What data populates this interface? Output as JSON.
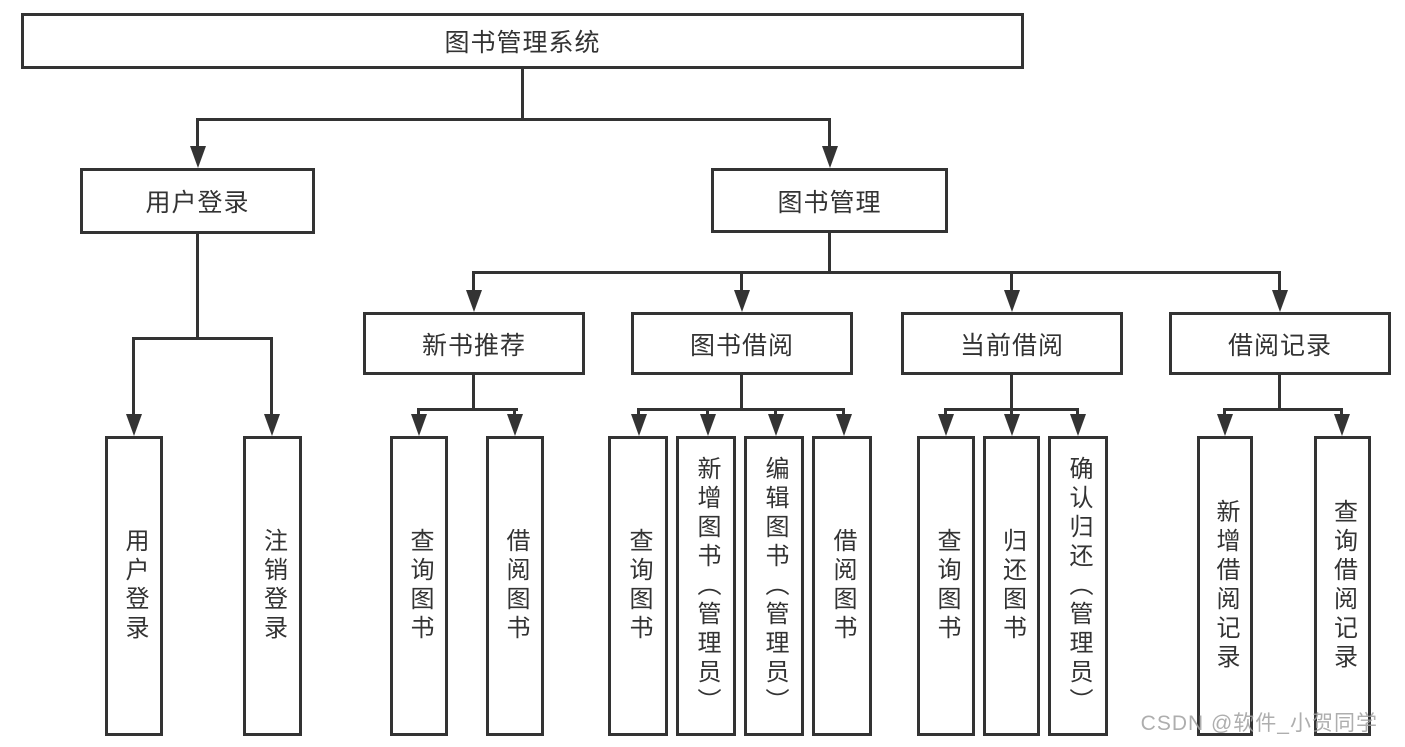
{
  "tree": {
    "label": "图书管理系统",
    "children": [
      {
        "label": "用户登录",
        "children": [
          {
            "label": "用户登录"
          },
          {
            "label": "注销登录"
          }
        ]
      },
      {
        "label": "图书管理",
        "children": [
          {
            "label": "新书推荐",
            "children": [
              {
                "label": "查询图书"
              },
              {
                "label": "借阅图书"
              }
            ]
          },
          {
            "label": "图书借阅",
            "children": [
              {
                "label": "查询图书"
              },
              {
                "label": "新增图书（管理员）"
              },
              {
                "label": "编辑图书（管理员）"
              },
              {
                "label": "借阅图书"
              }
            ]
          },
          {
            "label": "当前借阅",
            "children": [
              {
                "label": "查询图书"
              },
              {
                "label": "归还图书"
              },
              {
                "label": "确认归还（管理员）"
              }
            ]
          },
          {
            "label": "借阅记录",
            "children": [
              {
                "label": "新增借阅记录"
              },
              {
                "label": "查询借阅记录"
              }
            ]
          }
        ]
      }
    ]
  },
  "watermark": "CSDN @软件_小贺同学",
  "colors": {
    "line": "#333333",
    "text": "#333333",
    "background": "#ffffff",
    "watermark": "#a0a0a0"
  }
}
